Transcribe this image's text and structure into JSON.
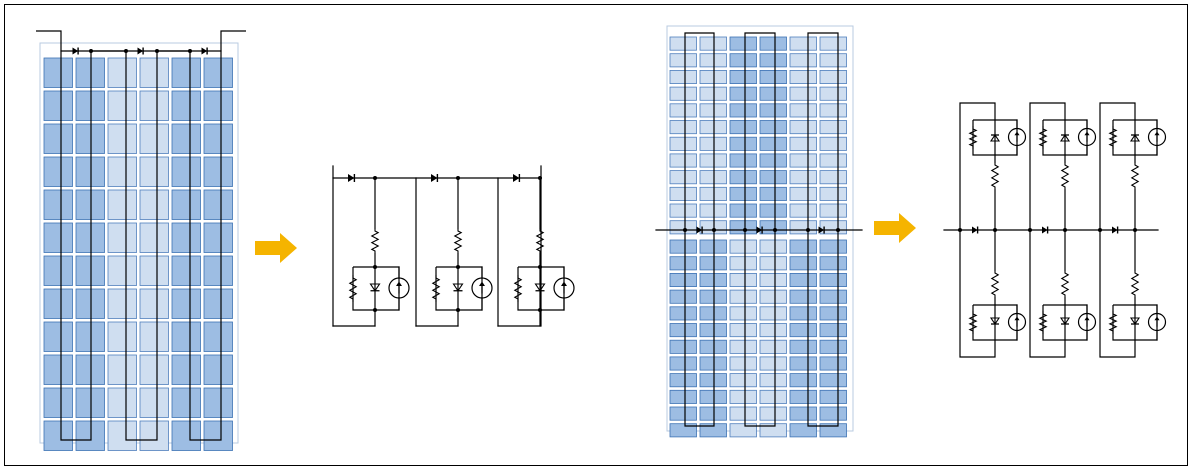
{
  "figure": {
    "frame_color": "#000000",
    "panel_border_color": "#b9cbe0",
    "cell_colors": {
      "dark": "#9dbde3",
      "dark_stroke": "#3d72b4",
      "light": "#cfdef0",
      "light_stroke": "#4f7fbd"
    },
    "wire_color": "#000000",
    "arrow_color": "#f5b400",
    "left_panel": {
      "columns": 6,
      "rows": 12,
      "substrings": 3,
      "bypass_diodes": 3,
      "column_shades": [
        "dark",
        "dark",
        "light",
        "light",
        "dark",
        "dark"
      ]
    },
    "right_panel": {
      "columns": 6,
      "rows_per_half": 12,
      "halves": 2,
      "bypass_diodes": 3,
      "top_column_shades": [
        "light",
        "light",
        "dark",
        "dark",
        "light",
        "light"
      ],
      "bottom_column_shades": [
        "dark",
        "dark",
        "light",
        "light",
        "dark",
        "dark"
      ]
    },
    "left_circuit": {
      "blocks": 3,
      "elements_per_block": [
        "series-resistor",
        "shunt-resistor",
        "diode",
        "current-source"
      ]
    },
    "right_circuit": {
      "blocks": 3,
      "halves_per_block": 2,
      "elements_per_half": [
        "series-resistor",
        "shunt-resistor",
        "diode",
        "current-source"
      ]
    }
  }
}
